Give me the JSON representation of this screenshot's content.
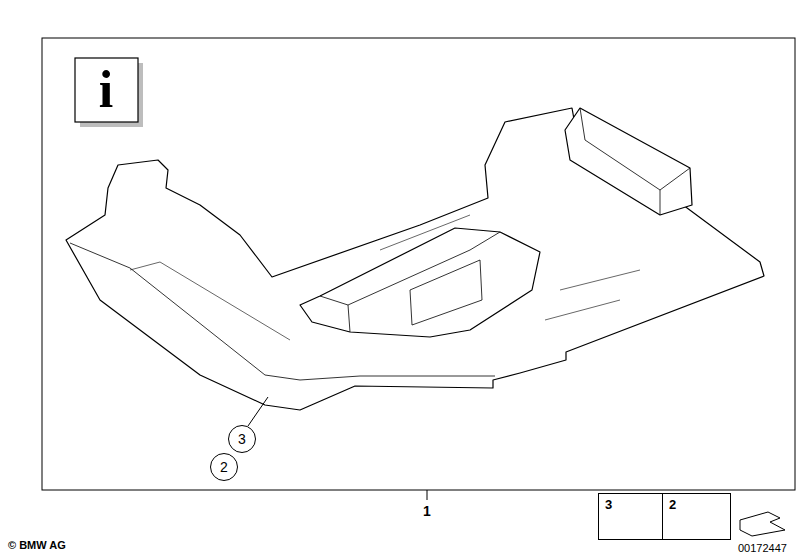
{
  "diagram": {
    "nodes": [
      {
        "text": [
          "3"
        ]
      },
      {
        "text": [
          "2"
        ]
      },
      {
        "text": [
          "3"
        ]
      },
      {
        "text": [
          "2"
        ]
      }
    ],
    "edges": [],
    "labels": [
      "i",
      "1",
      "© BMW AG",
      "00172447"
    ]
  }
}
